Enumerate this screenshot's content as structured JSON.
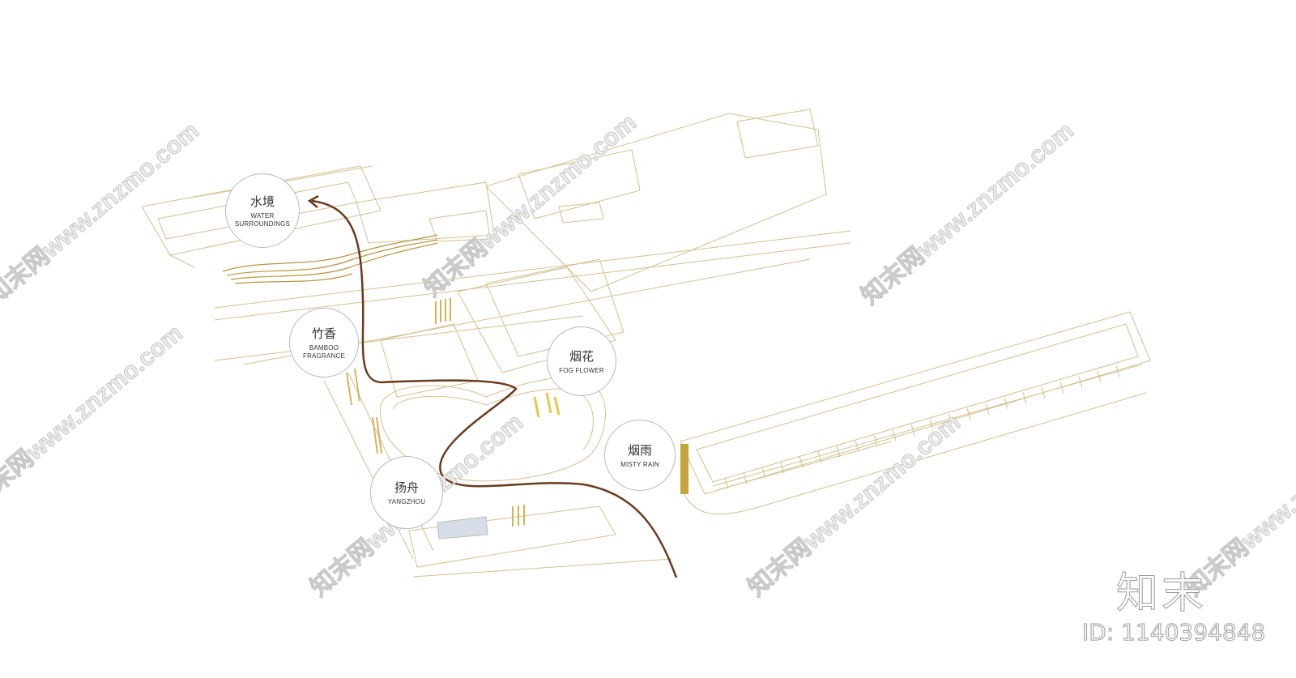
{
  "colors": {
    "linework": "#c9b27a",
    "route": "#6b3a1c",
    "accent": "#e8c84a",
    "bubble_border": "#b9b9b9"
  },
  "stops": [
    {
      "zh": "水境",
      "en": "WATER SURROUNDINGS"
    },
    {
      "zh": "竹香",
      "en": "BAMBOO FRAGRANCE"
    },
    {
      "zh": "烟花",
      "en": "FOG FLOWER"
    },
    {
      "zh": "烟雨",
      "en": "MISTY RAIN"
    },
    {
      "zh": "扬舟",
      "en": "YANGZHOU"
    }
  ],
  "watermark": {
    "text": "知末网www.znzmo.com",
    "logo": "知末",
    "id": "ID: 1140394848"
  }
}
